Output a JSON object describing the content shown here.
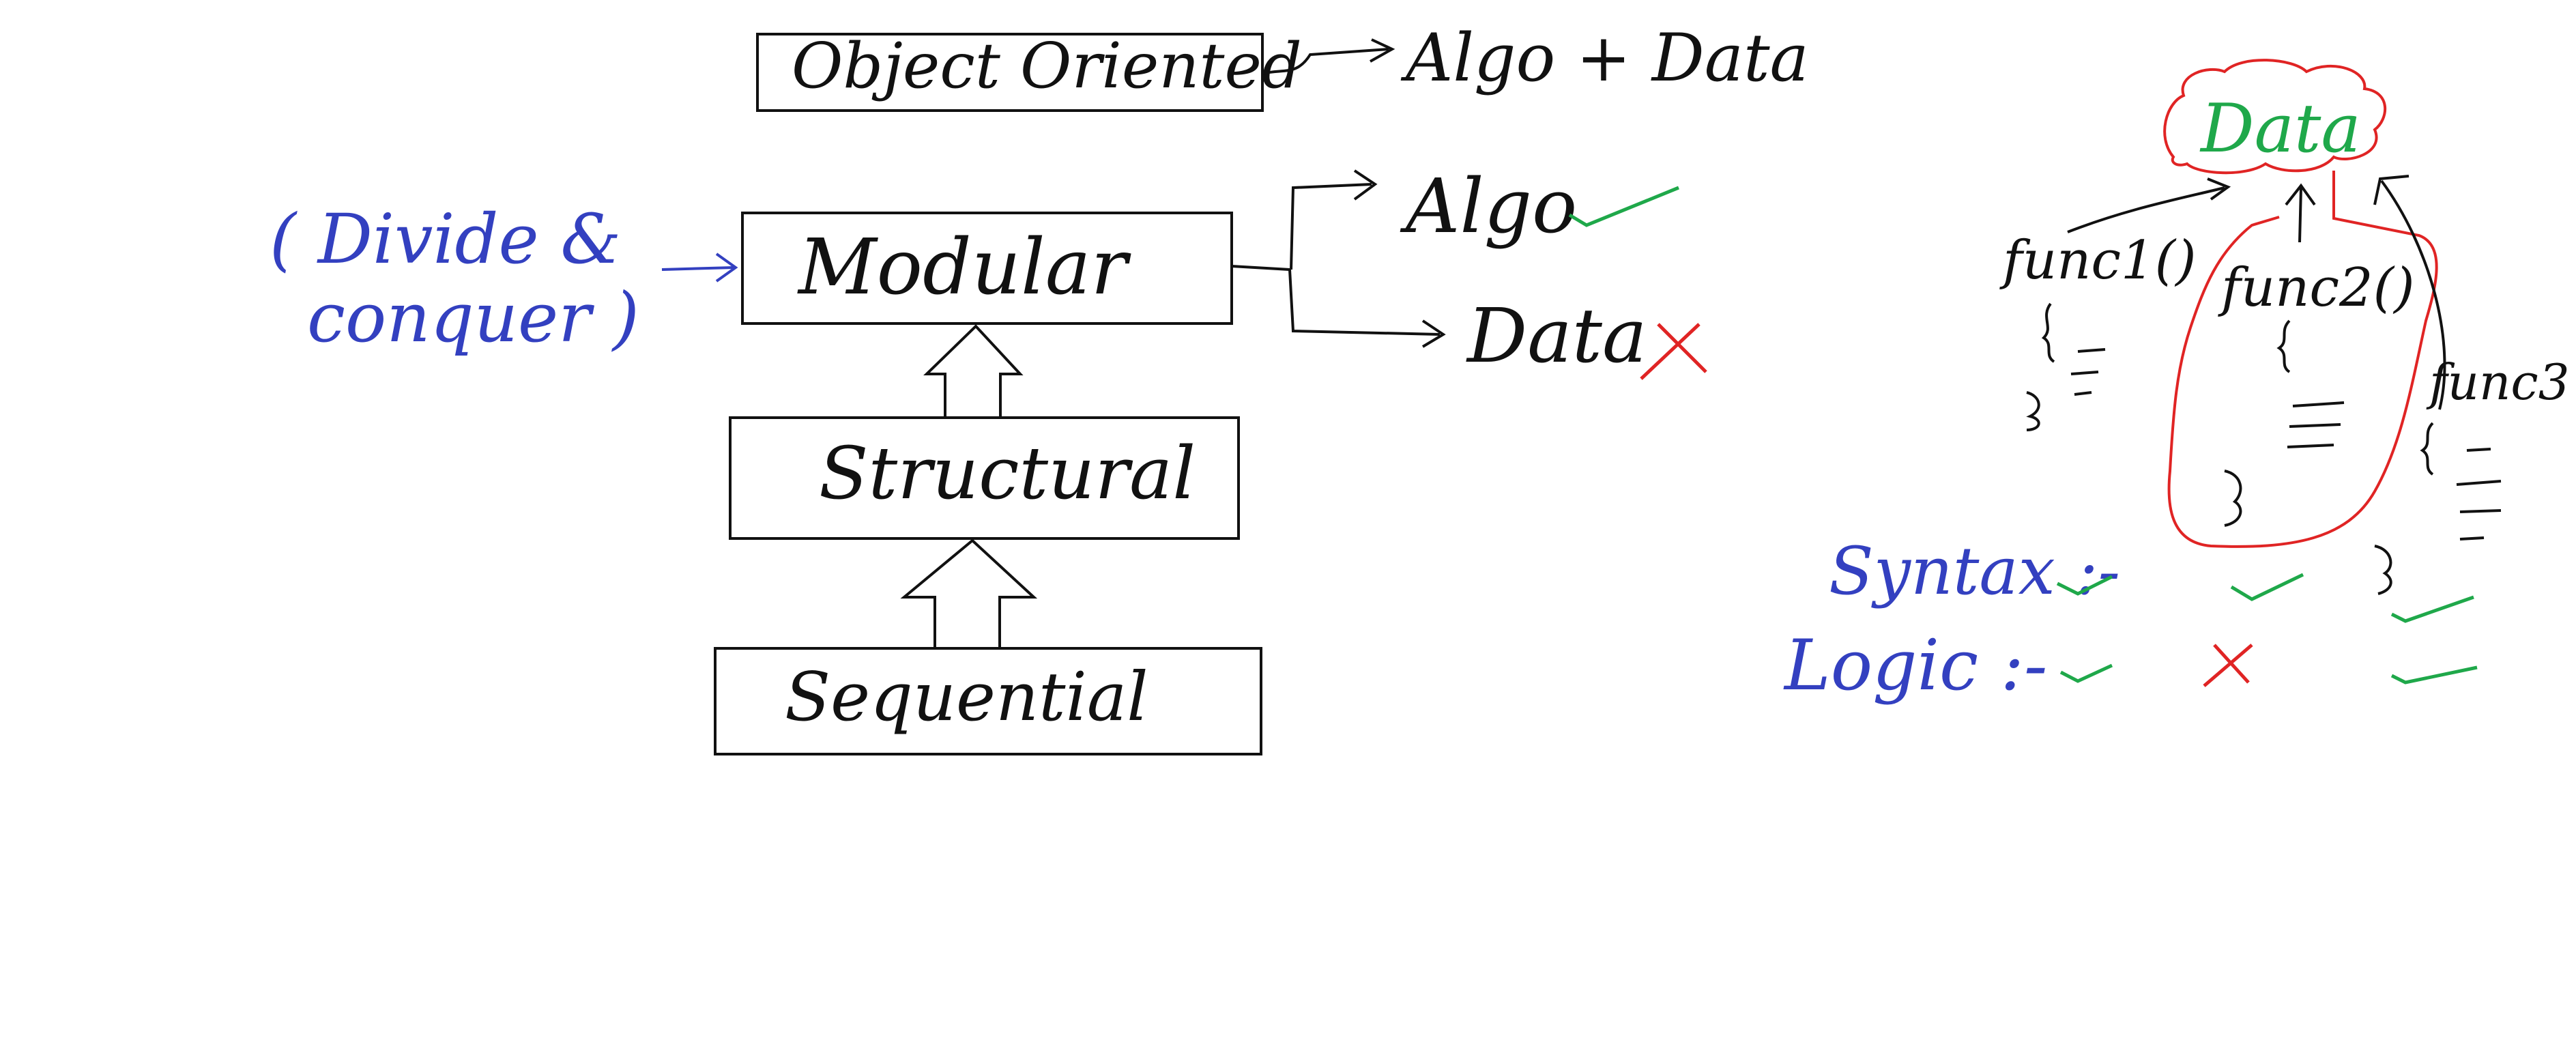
{
  "colors": {
    "ink": "#111111",
    "blue": "#3340c0",
    "red": "#e02424",
    "green": "#1fa84a"
  },
  "diagram": {
    "boxes": {
      "object_oriented": "Object Oriented",
      "modular": "Modular",
      "structural": "Structural",
      "sequential": "Sequential"
    },
    "outcomes": {
      "algo_plus_data": "Algo + Data",
      "algo": "Algo",
      "data": "Data"
    },
    "note": {
      "line1": "( Divide &",
      "line2": "conquer )"
    }
  },
  "side_sketch": {
    "data_cloud": "Data",
    "func1": "func1()",
    "func2": "func2()",
    "func3": "func3",
    "rows": {
      "syntax": "Syntax :-",
      "logic": "Logic :-"
    }
  }
}
